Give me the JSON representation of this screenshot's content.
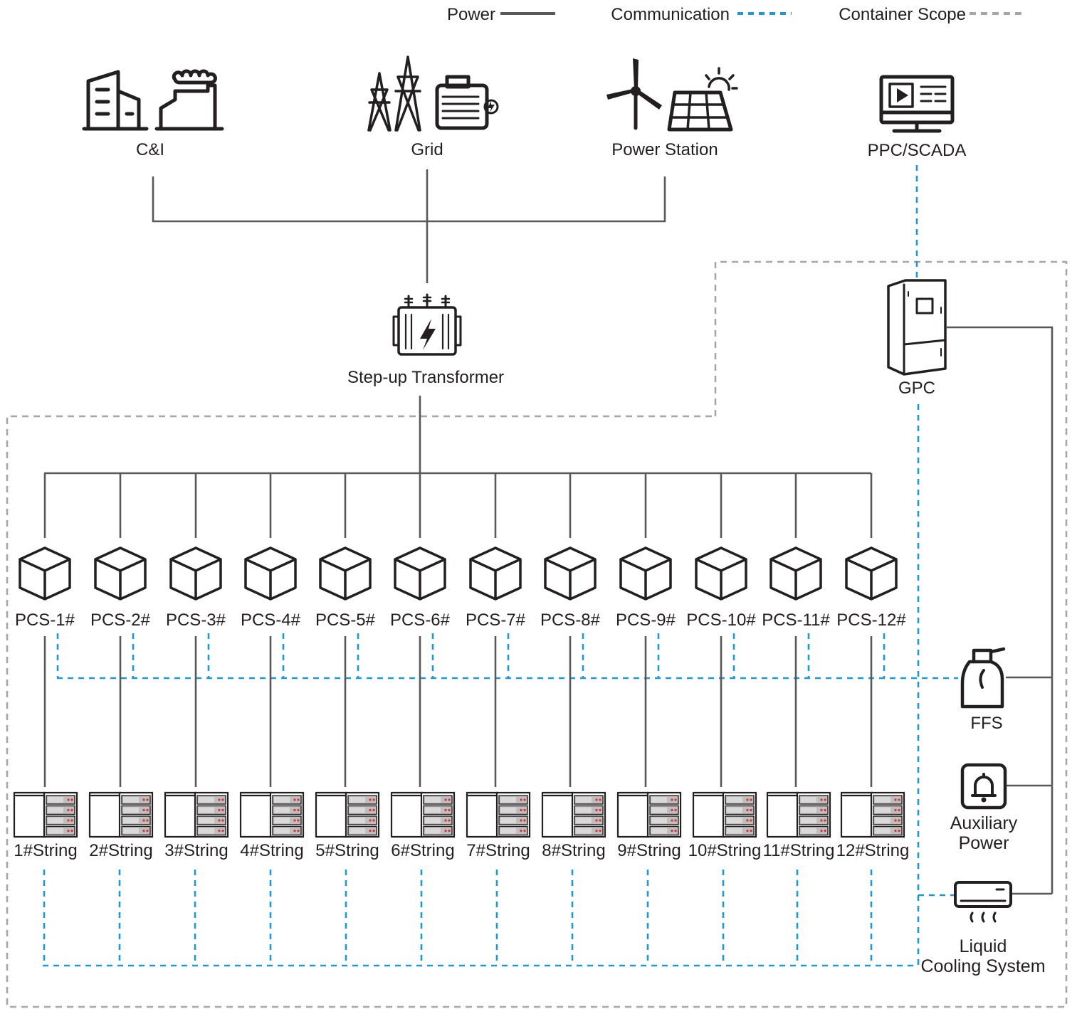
{
  "legend": {
    "power": "Power",
    "communication": "Communication",
    "container_scope": "Container Scope"
  },
  "colors": {
    "power": "#595959",
    "communication": "#1a9ad6",
    "container_scope": "#a6a6a6",
    "icon": "#231f20"
  },
  "sources": {
    "ci": {
      "label": "C&I",
      "icons": [
        "building-icon",
        "factory-icon"
      ]
    },
    "grid": {
      "label": "Grid",
      "icons": [
        "transmission-tower-icon",
        "generator-icon"
      ]
    },
    "power_station": {
      "label": "Power Station",
      "icons": [
        "wind-turbine-icon",
        "solar-panel-icon"
      ]
    },
    "ppc": {
      "label": "PPC/SCADA",
      "icons": [
        "monitor-icon"
      ]
    }
  },
  "transformer": {
    "label": "Step-up Transformer",
    "icon": "transformer-icon"
  },
  "gpc": {
    "label": "GPC",
    "icon": "cabinet-icon"
  },
  "pcs_units": [
    "PCS-1#",
    "PCS-2#",
    "PCS-3#",
    "PCS-4#",
    "PCS-5#",
    "PCS-6#",
    "PCS-7#",
    "PCS-8#",
    "PCS-9#",
    "PCS-10#",
    "PCS-11#",
    "PCS-12#"
  ],
  "strings": [
    "1#String",
    "2#String",
    "3#String",
    "4#String",
    "5#String",
    "6#String",
    "7#String",
    "8#String",
    "9#String",
    "10#String",
    "11#String",
    "12#String"
  ],
  "auxiliaries": {
    "ffs": {
      "label": "FFS",
      "icon": "fire-extinguisher-icon"
    },
    "aux_power": {
      "label_line1": "Auxiliary",
      "label_line2": "Power",
      "icon": "alarm-bell-icon"
    },
    "cooling": {
      "label_line1": "Liquid",
      "label_line2": "Cooling System",
      "icon": "air-conditioner-icon"
    }
  }
}
